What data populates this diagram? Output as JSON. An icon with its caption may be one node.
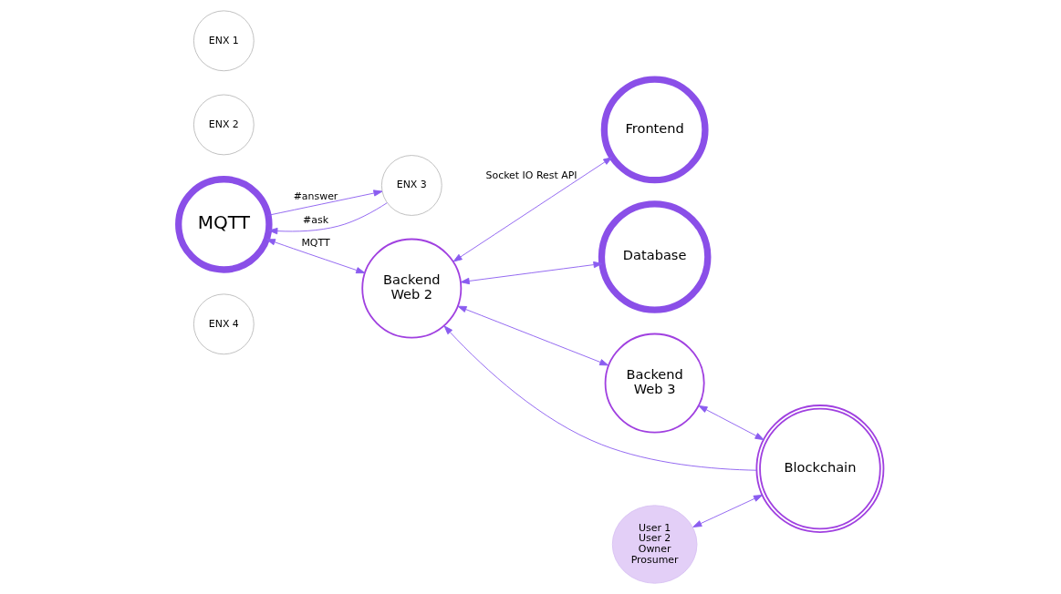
{
  "diagram": {
    "nodes": [
      {
        "text": [
          "ENX 4"
        ]
      },
      {
        "text": [
          "MQTT"
        ]
      },
      {
        "text": [
          "ENX 3"
        ]
      },
      {
        "text": [
          "ENX 2"
        ]
      },
      {
        "text": [
          "ENX 1"
        ]
      },
      {
        "text": [
          "Backend",
          "Web 2"
        ]
      },
      {
        "text": [
          "Frontend"
        ]
      },
      {
        "text": [
          "User 1",
          "User 2",
          "Owner",
          "Prosumer"
        ]
      },
      {
        "text": [
          "Database"
        ]
      },
      {
        "text": [
          "Backend",
          "Web 3"
        ]
      },
      {
        "text": [
          "Blockchain"
        ]
      }
    ],
    "edges": [
      {
        "from": 2,
        "to": 1,
        "arrow": "to",
        "label": "#ask"
      },
      {
        "from": 1,
        "to": 2,
        "arrow": "to",
        "label": "#answer"
      },
      {
        "from": 1,
        "to": 5,
        "arrow": "both",
        "label": "MQTT"
      },
      {
        "from": 5,
        "to": 6,
        "arrow": "both",
        "label": "Socket IO Rest API"
      },
      {
        "from": 5,
        "to": 8,
        "arrow": "both"
      },
      {
        "from": 5,
        "to": 9,
        "arrow": "both"
      },
      {
        "from": 10,
        "to": 5,
        "arrow": "to"
      },
      {
        "from": 9,
        "to": 10,
        "arrow": "both"
      },
      {
        "from": 7,
        "to": 10,
        "arrow": "both"
      }
    ]
  }
}
